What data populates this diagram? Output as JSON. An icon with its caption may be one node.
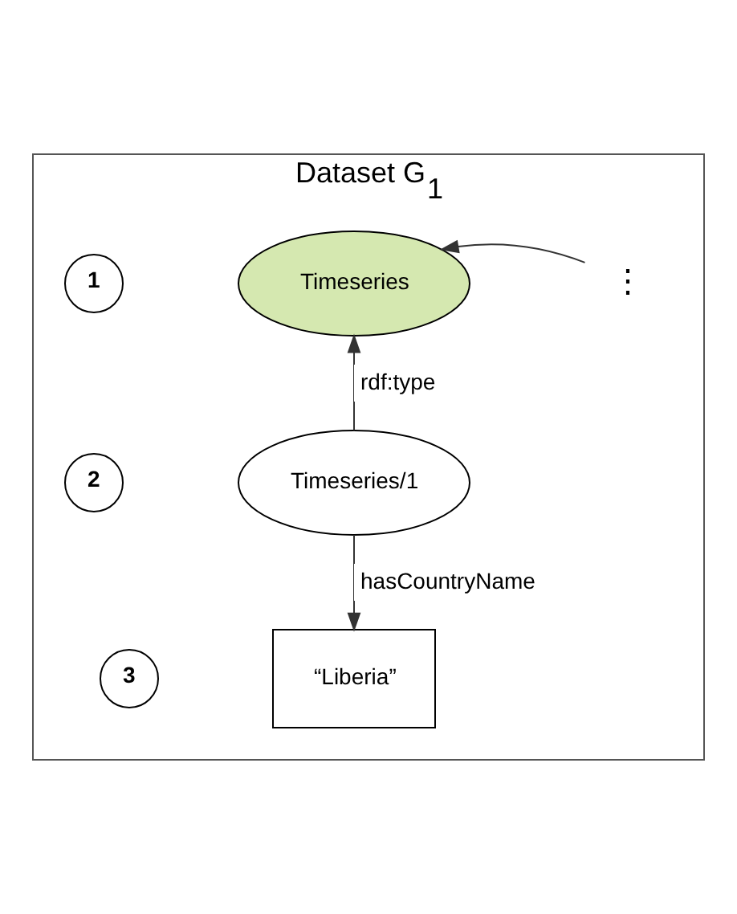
{
  "diagram": {
    "nodes": [
      {
        "text": [
          "Dataset G$_{1}$"
        ]
      },
      {
        "text": [
          "1"
        ],
        "in": 0
      },
      {
        "text": [
          "Timeseries"
        ],
        "in": 0
      },
      {
        "text": [
          "2"
        ],
        "in": 0
      },
      {
        "text": [
          "Timeseries/1"
        ],
        "in": 0
      },
      {
        "text": [
          "3"
        ],
        "in": 0
      },
      {
        "text": [
          "“Liberia”"
        ],
        "in": 0
      },
      {
        "text": [
          "⋮"
        ],
        "in": 0
      }
    ],
    "edges": [
      {
        "from": 4,
        "to": 2,
        "arrow": "to",
        "label": "rdf:type"
      },
      {
        "from": 7,
        "to": 2,
        "arrow": "to"
      },
      {
        "from": 4,
        "to": 6,
        "arrow": "to",
        "label": "hasCountryName"
      }
    ]
  }
}
